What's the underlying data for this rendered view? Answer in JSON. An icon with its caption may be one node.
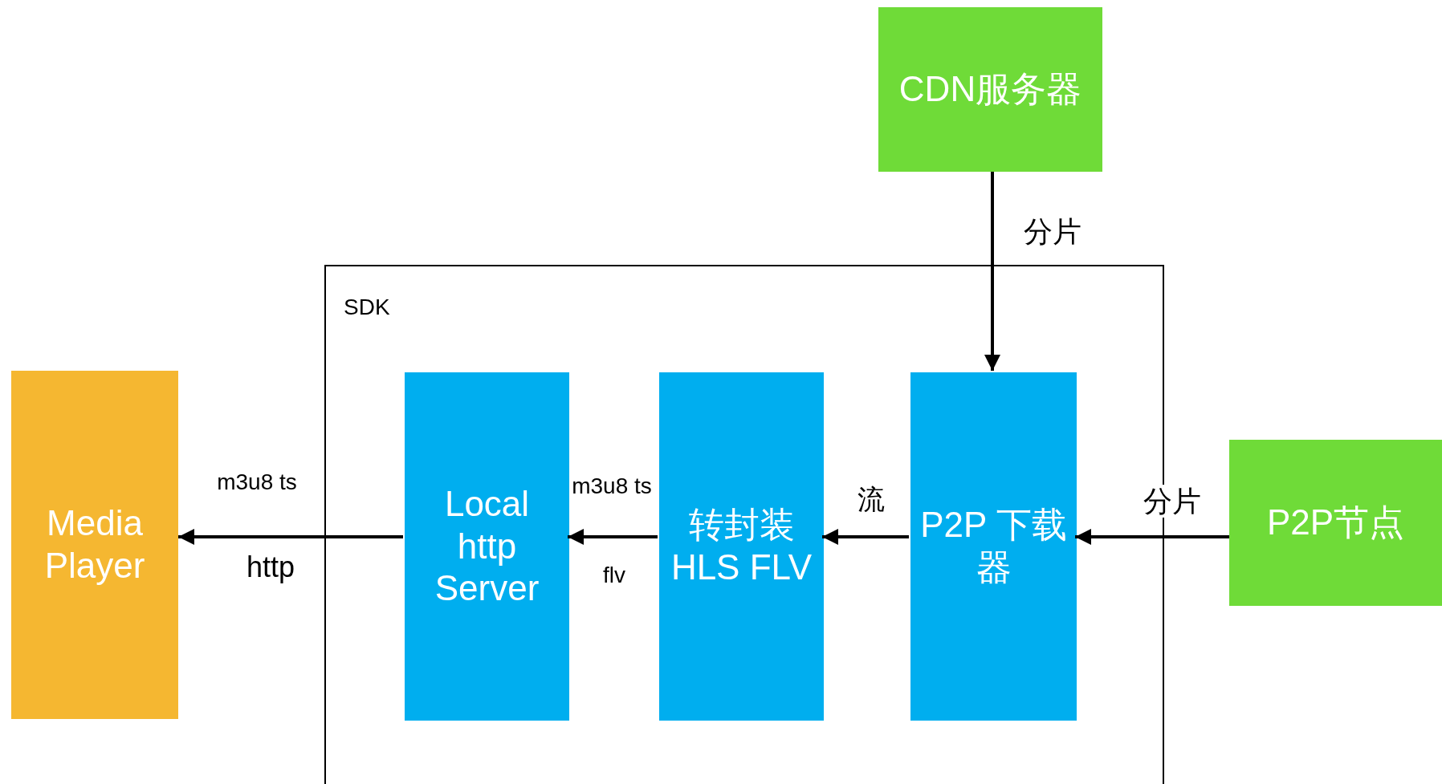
{
  "diagram": {
    "nodes": [
      {
        "text": [
          "CDN服务器"
        ]
      },
      {
        "text": [
          "SDK"
        ]
      },
      {
        "text": [
          "Media Player"
        ]
      },
      {
        "text": [
          "Local http Server"
        ],
        "in": 1
      },
      {
        "text": [
          "转封装 HLS FLV"
        ],
        "in": 1
      },
      {
        "text": [
          "P2P 下载器"
        ],
        "in": 1
      },
      {
        "text": [
          "P2P节点"
        ]
      }
    ],
    "edges": [
      {
        "from": 0,
        "to": 5,
        "arrow": "to",
        "label": "分片"
      },
      {
        "from": 6,
        "to": 5,
        "arrow": "to",
        "label": "分片"
      },
      {
        "from": 5,
        "to": 4,
        "arrow": "to",
        "label": "流"
      },
      {
        "from": 4,
        "to": 3,
        "arrow": "to",
        "label": "m3u8 ts"
      },
      {
        "from": 3,
        "to": 2,
        "arrow": "to",
        "label": "m3u8 ts"
      }
    ],
    "labels": [
      "flv",
      "http"
    ]
  }
}
